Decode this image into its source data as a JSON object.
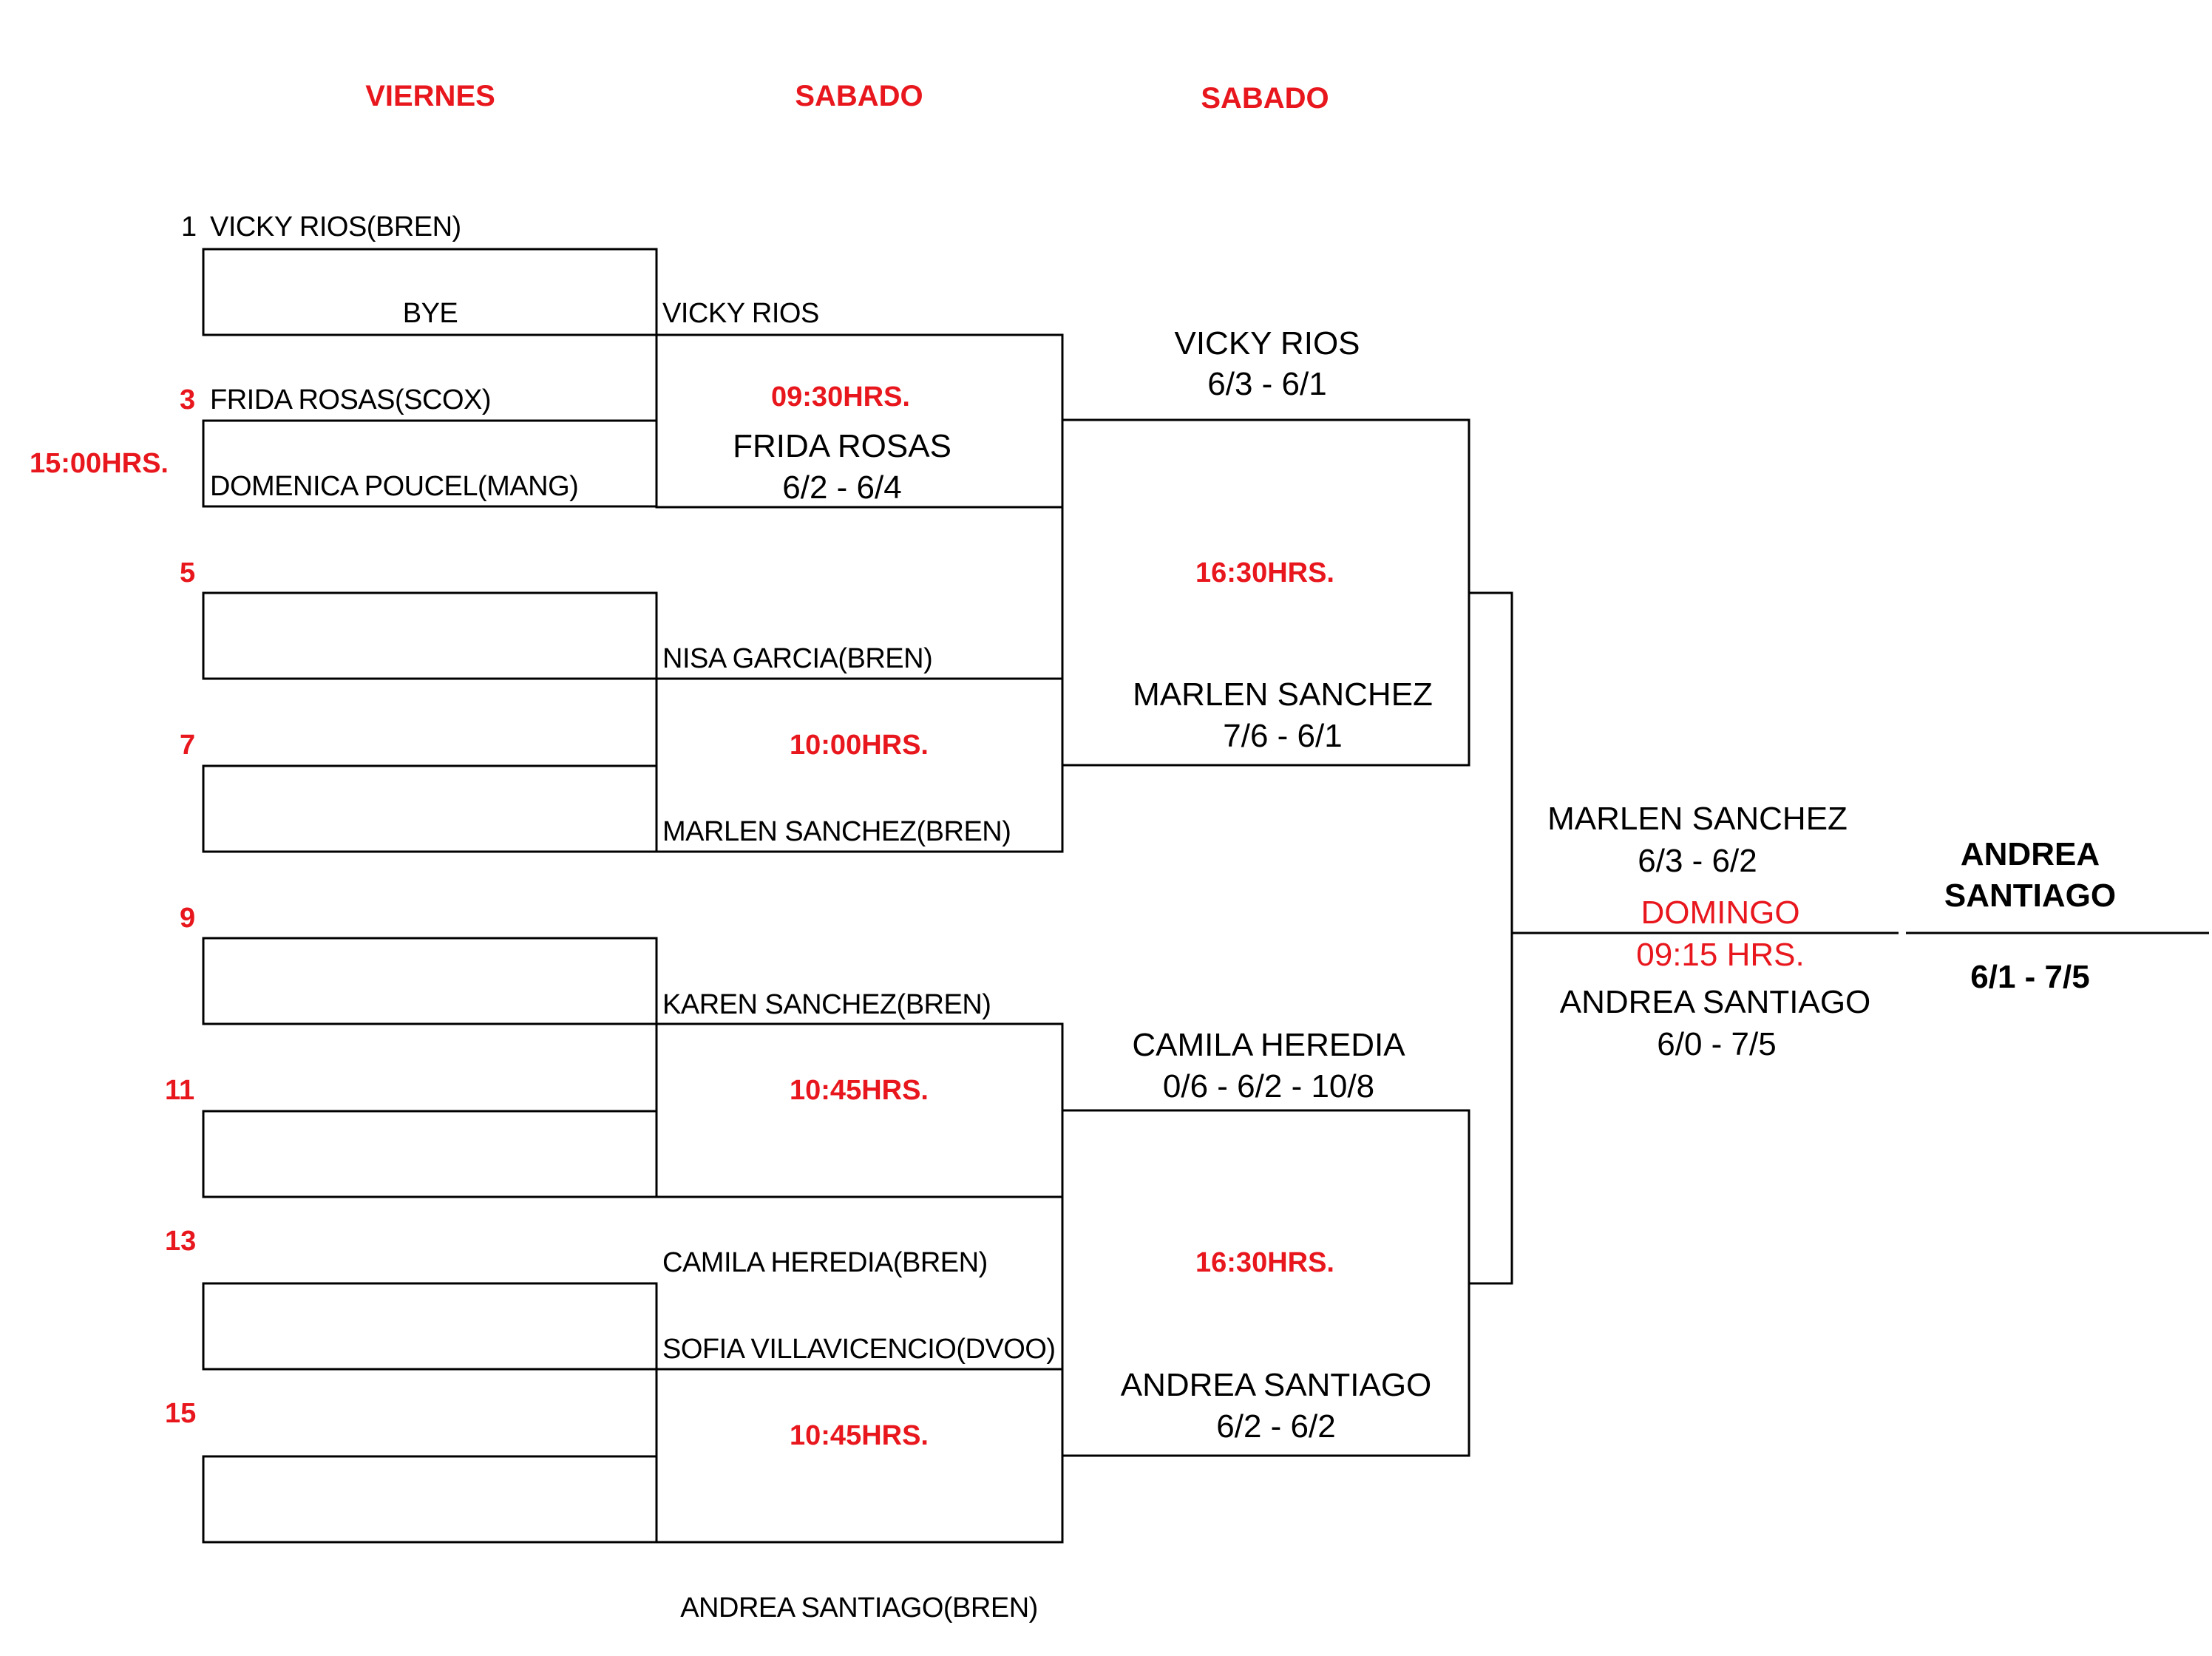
{
  "days": {
    "r1": "VIERNES",
    "r2": "SABADO",
    "r3": "SABADO"
  },
  "times": {
    "r1_a": "15:00HRS.",
    "r2_a": "09:30HRS.",
    "r2_b": "10:00HRS.",
    "r2_c": "10:45HRS.",
    "r2_d": "10:45HRS.",
    "r3_a": "16:30HRS.",
    "r3_b": "16:30HRS.",
    "final_day": "DOMINGO",
    "final_time": "09:15 HRS."
  },
  "seeds": [
    "1",
    "3",
    "5",
    "7",
    "9",
    "11",
    "13",
    "15"
  ],
  "round1": {
    "p1": "VICKY RIOS(BREN)",
    "bye": "BYE",
    "p3": "FRIDA ROSAS(SCOX)",
    "p4": "DOMENICA POUCEL(MANG)"
  },
  "round2": {
    "w1": "VICKY RIOS",
    "w2": "FRIDA ROSAS",
    "w2_score": "6/2 - 6/4",
    "p5": "NISA GARCIA(BREN)",
    "p6": "MARLEN SANCHEZ(BREN)",
    "p7": "KAREN SANCHEZ(BREN)",
    "p8": "CAMILA HEREDIA(BREN)",
    "p9": "SOFIA VILLAVICENCIO(DVOO)",
    "p10": "ANDREA SANTIAGO(BREN)"
  },
  "semis": {
    "s1_name": "VICKY RIOS",
    "s1_score": "6/3  -  6/1",
    "s2_name": "MARLEN SANCHEZ",
    "s2_score": "7/6  -  6/1",
    "s3_name": "CAMILA HEREDIA",
    "s3_score": "0/6  -  6/2  -  10/8",
    "s4_name": "ANDREA SANTIAGO",
    "s4_score": "6/2  -  6/2"
  },
  "final": {
    "f1_name": "MARLEN SANCHEZ",
    "f1_score": "6/3  -  6/2",
    "f2_name": "ANDREA SANTIAGO",
    "f2_score": "6/0  -  7/5"
  },
  "champion": {
    "first": "ANDREA",
    "last": "SANTIAGO",
    "score": "6/1 - 7/5"
  }
}
